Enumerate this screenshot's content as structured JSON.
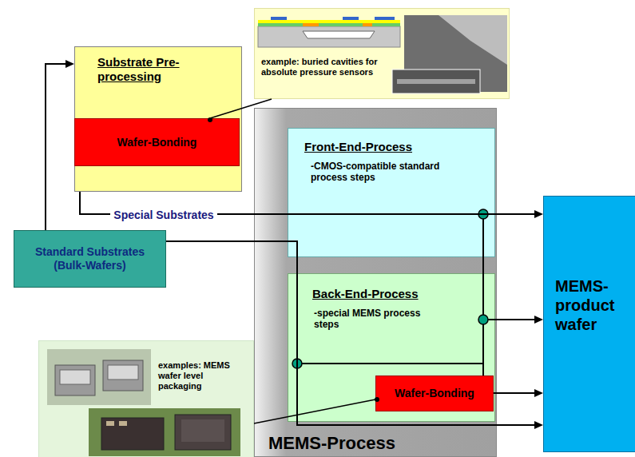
{
  "diagram": {
    "nodes": [
      {
        "text": [
          "example: buried cavities for absolute pressure sensors"
        ]
      },
      {
        "text": [
          "Substrate Pre-processing"
        ]
      },
      {
        "text": [
          "Wafer-Bonding"
        ],
        "in": 1
      },
      {
        "text": [
          "Standard Substrates",
          "(Bulk-Wafers)"
        ]
      },
      {
        "text": [
          "MEMS-Process"
        ]
      },
      {
        "text": [
          "Front-End-Process",
          "-CMOS-compatible standard process steps"
        ],
        "in": 4
      },
      {
        "text": [
          "Back-End-Process",
          "-special MEMS process steps"
        ],
        "in": 4
      },
      {
        "text": [
          "Wafer-Bonding"
        ],
        "in": 6
      },
      {
        "text": [
          "MEMS-product wafer"
        ]
      },
      {
        "text": [
          "examples: MEMS wafer level packaging"
        ]
      }
    ],
    "edges": [
      {
        "from": 3,
        "to": 1,
        "arrow": "to"
      },
      {
        "from": 1,
        "to": 8,
        "label": "Special Substrates",
        "arrow": "to"
      },
      {
        "from": 3,
        "to": 8,
        "arrow": "to"
      },
      {
        "from": 6,
        "to": 8,
        "arrow": "to"
      },
      {
        "from": 7,
        "to": 8,
        "arrow": "to"
      },
      {
        "from": 2,
        "to": 0,
        "arrow": "none"
      },
      {
        "from": 7,
        "to": 9,
        "arrow": "none"
      }
    ]
  }
}
